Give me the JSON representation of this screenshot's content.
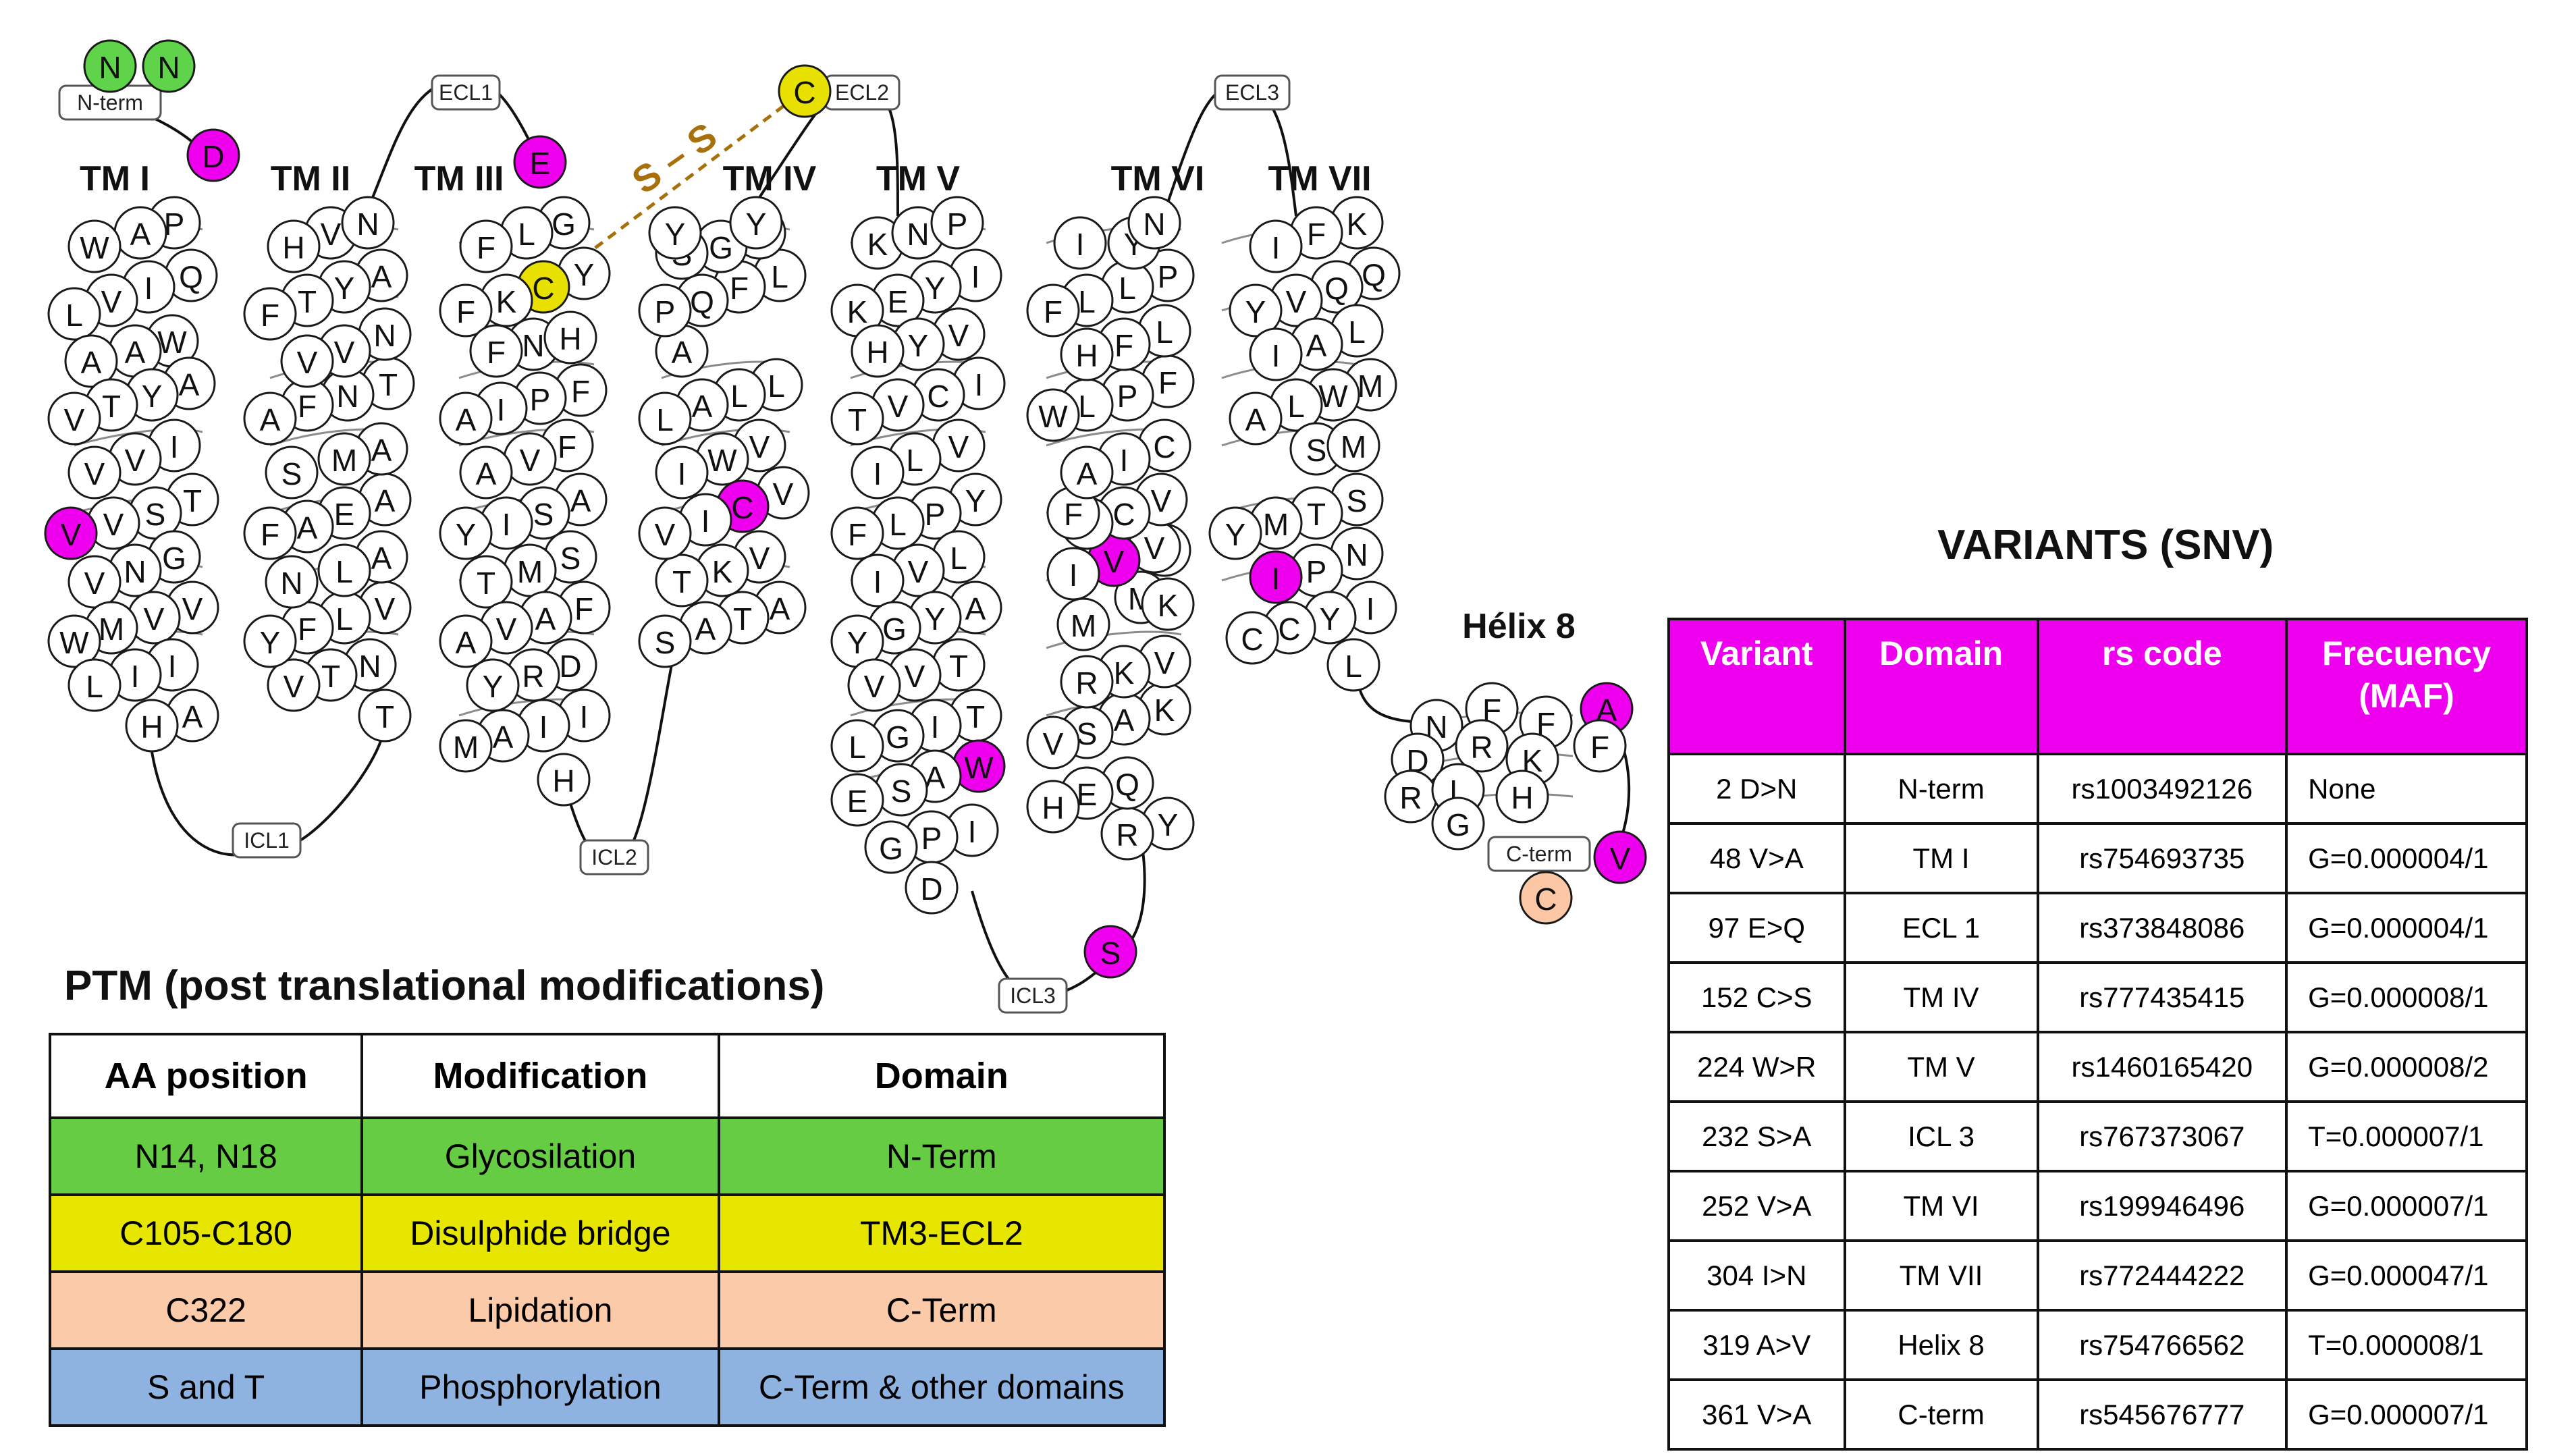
{
  "diagram": {
    "domain_labels": [
      "TM I",
      "TM II",
      "TM III",
      "TM IV",
      "TM V",
      "TM VI",
      "TM VII",
      "Hélix 8"
    ],
    "loop_tags": [
      "N-term",
      "ECL1",
      "ECL2",
      "ECL3",
      "ICL1",
      "ICL2",
      "ICL3",
      "C-term"
    ],
    "disulphide_label": "S – S",
    "colors": {
      "glycosylation": "#5fd34a",
      "disulphide": "#e8e000",
      "lipidation": "#fbc7a4",
      "variant": "#ee00ee",
      "normal": "#ffffff"
    },
    "residues": {
      "nterm": [
        {
          "aa": "N",
          "type": "glycosylation"
        },
        {
          "aa": "N",
          "type": "glycosylation"
        }
      ],
      "nloop": [
        {
          "aa": "D",
          "type": "variant"
        }
      ],
      "tm1": [
        {
          "aa": "P"
        },
        {
          "aa": "A"
        },
        {
          "aa": "W"
        },
        {
          "aa": "Q"
        },
        {
          "aa": "I"
        },
        {
          "aa": "V"
        },
        {
          "aa": "L"
        },
        {
          "aa": "W"
        },
        {
          "aa": "A"
        },
        {
          "aa": "A"
        },
        {
          "aa": "A"
        },
        {
          "aa": "Y"
        },
        {
          "aa": "T"
        },
        {
          "aa": "V"
        },
        {
          "aa": "I"
        },
        {
          "aa": "V"
        },
        {
          "aa": "V"
        },
        {
          "aa": "T"
        },
        {
          "aa": "S"
        },
        {
          "aa": "V"
        },
        {
          "aa": "V",
          "type": "variant"
        },
        {
          "aa": "G"
        },
        {
          "aa": "N"
        },
        {
          "aa": "V"
        },
        {
          "aa": "V"
        },
        {
          "aa": "V"
        },
        {
          "aa": "M"
        },
        {
          "aa": "W"
        },
        {
          "aa": "I"
        },
        {
          "aa": "I"
        },
        {
          "aa": "L"
        },
        {
          "aa": "A"
        },
        {
          "aa": "H"
        }
      ],
      "icl1": [],
      "tm2": [
        {
          "aa": "T"
        },
        {
          "aa": "N"
        },
        {
          "aa": "T"
        },
        {
          "aa": "V"
        },
        {
          "aa": "V"
        },
        {
          "aa": "L"
        },
        {
          "aa": "F"
        },
        {
          "aa": "Y"
        },
        {
          "aa": "A"
        },
        {
          "aa": "L"
        },
        {
          "aa": "N",
          "type": "black"
        },
        {
          "aa": "A"
        },
        {
          "aa": "E"
        },
        {
          "aa": "A"
        },
        {
          "aa": "F"
        },
        {
          "aa": "A"
        },
        {
          "aa": "M"
        },
        {
          "aa": "S"
        },
        {
          "aa": "T"
        },
        {
          "aa": "N"
        },
        {
          "aa": "F"
        },
        {
          "aa": "A"
        },
        {
          "aa": "N"
        },
        {
          "aa": "V"
        },
        {
          "aa": "V"
        },
        {
          "aa": "A"
        },
        {
          "aa": "Y"
        },
        {
          "aa": "T"
        },
        {
          "aa": "F"
        },
        {
          "aa": "V"
        },
        {
          "aa": "H"
        },
        {
          "aa": "N"
        }
      ],
      "ecl1": [
        {
          "aa": "E",
          "type": "variant"
        }
      ],
      "tm3": [
        {
          "aa": "G"
        },
        {
          "aa": "L"
        },
        {
          "aa": "F"
        },
        {
          "aa": "Y"
        },
        {
          "aa": "C",
          "type": "disulphide"
        },
        {
          "aa": "K"
        },
        {
          "aa": "F"
        },
        {
          "aa": "N"
        },
        {
          "aa": "F"
        },
        {
          "aa": "H"
        },
        {
          "aa": "F"
        },
        {
          "aa": "P"
        },
        {
          "aa": "I"
        },
        {
          "aa": "A"
        },
        {
          "aa": "F"
        },
        {
          "aa": "V"
        },
        {
          "aa": "A"
        },
        {
          "aa": "A"
        },
        {
          "aa": "S"
        },
        {
          "aa": "I"
        },
        {
          "aa": "Y"
        },
        {
          "aa": "S"
        },
        {
          "aa": "M"
        },
        {
          "aa": "T"
        },
        {
          "aa": "F"
        },
        {
          "aa": "A"
        },
        {
          "aa": "V"
        },
        {
          "aa": "A"
        },
        {
          "aa": "D"
        },
        {
          "aa": "R"
        },
        {
          "aa": "Y"
        },
        {
          "aa": "I"
        },
        {
          "aa": "I"
        },
        {
          "aa": "A"
        },
        {
          "aa": "M"
        },
        {
          "aa": "H"
        }
      ],
      "icl2": [],
      "tm4": [
        {
          "aa": "A"
        },
        {
          "aa": "T"
        },
        {
          "aa": "A"
        },
        {
          "aa": "S"
        },
        {
          "aa": "V"
        },
        {
          "aa": "K"
        },
        {
          "aa": "T"
        },
        {
          "aa": "V"
        },
        {
          "aa": "C",
          "type": "variant"
        },
        {
          "aa": "I"
        },
        {
          "aa": "V"
        },
        {
          "aa": "V"
        },
        {
          "aa": "W"
        },
        {
          "aa": "I"
        },
        {
          "aa": "L"
        },
        {
          "aa": "L"
        },
        {
          "aa": "A"
        },
        {
          "aa": "L"
        },
        {
          "aa": "A"
        },
        {
          "aa": "L"
        },
        {
          "aa": "F"
        },
        {
          "aa": "Q"
        },
        {
          "aa": "P"
        },
        {
          "aa": "F"
        },
        {
          "aa": "G"
        },
        {
          "aa": "S"
        },
        {
          "aa": "Y"
        },
        {
          "aa": "Y"
        }
      ],
      "ecl2": [
        {
          "aa": "C",
          "type": "disulphide"
        }
      ],
      "tm5": [
        {
          "aa": "K"
        },
        {
          "aa": "N"
        },
        {
          "aa": "P"
        },
        {
          "aa": "I"
        },
        {
          "aa": "Y"
        },
        {
          "aa": "E"
        },
        {
          "aa": "K"
        },
        {
          "aa": "V"
        },
        {
          "aa": "Y"
        },
        {
          "aa": "H"
        },
        {
          "aa": "I"
        },
        {
          "aa": "C"
        },
        {
          "aa": "V"
        },
        {
          "aa": "T"
        },
        {
          "aa": "V"
        },
        {
          "aa": "L"
        },
        {
          "aa": "I"
        },
        {
          "aa": "Y"
        },
        {
          "aa": "P"
        },
        {
          "aa": "L"
        },
        {
          "aa": "F"
        },
        {
          "aa": "L"
        },
        {
          "aa": "V"
        },
        {
          "aa": "I"
        },
        {
          "aa": "A"
        },
        {
          "aa": "Y"
        },
        {
          "aa": "G"
        },
        {
          "aa": "Y"
        },
        {
          "aa": "T"
        },
        {
          "aa": "V"
        },
        {
          "aa": "V"
        },
        {
          "aa": "T"
        },
        {
          "aa": "I"
        },
        {
          "aa": "G"
        },
        {
          "aa": "L"
        },
        {
          "aa": "W",
          "type": "variant"
        },
        {
          "aa": "A"
        },
        {
          "aa": "S"
        },
        {
          "aa": "E"
        },
        {
          "aa": "I"
        },
        {
          "aa": "P"
        },
        {
          "aa": "G"
        },
        {
          "aa": "D"
        }
      ],
      "icl3": [
        {
          "aa": "S",
          "type": "variant"
        }
      ],
      "tm6": [
        {
          "aa": "Y"
        },
        {
          "aa": "R"
        },
        {
          "aa": "Q"
        },
        {
          "aa": "E"
        },
        {
          "aa": "H"
        },
        {
          "aa": "K"
        },
        {
          "aa": "A"
        },
        {
          "aa": "S"
        },
        {
          "aa": "V"
        },
        {
          "aa": "V"
        },
        {
          "aa": "K"
        },
        {
          "aa": "R"
        },
        {
          "aa": "M"
        },
        {
          "aa": "M"
        },
        {
          "aa": "K"
        },
        {
          "aa": "V"
        },
        {
          "aa": "V"
        },
        {
          "aa": "V",
          "type": "variant"
        },
        {
          "aa": "I"
        },
        {
          "aa": "V"
        },
        {
          "aa": "C"
        },
        {
          "aa": "T"
        },
        {
          "aa": "F"
        },
        {
          "aa": "C"
        },
        {
          "aa": "I"
        },
        {
          "aa": "A"
        },
        {
          "aa": "F"
        },
        {
          "aa": "P"
        },
        {
          "aa": "L"
        },
        {
          "aa": "W"
        },
        {
          "aa": "L"
        },
        {
          "aa": "F"
        },
        {
          "aa": "H"
        },
        {
          "aa": "P"
        },
        {
          "aa": "L"
        },
        {
          "aa": "L"
        },
        {
          "aa": "F"
        },
        {
          "aa": "Y"
        },
        {
          "aa": "I"
        },
        {
          "aa": "N"
        }
      ],
      "ecl3": [],
      "tm7": [
        {
          "aa": "K"
        },
        {
          "aa": "F"
        },
        {
          "aa": "I"
        },
        {
          "aa": "Q"
        },
        {
          "aa": "Q"
        },
        {
          "aa": "V"
        },
        {
          "aa": "Y"
        },
        {
          "aa": "L"
        },
        {
          "aa": "A"
        },
        {
          "aa": "I"
        },
        {
          "aa": "M"
        },
        {
          "aa": "W"
        },
        {
          "aa": "L"
        },
        {
          "aa": "A"
        },
        {
          "aa": "S"
        },
        {
          "aa": "M"
        },
        {
          "aa": "S"
        },
        {
          "aa": "T"
        },
        {
          "aa": "M"
        },
        {
          "aa": "Y"
        },
        {
          "aa": "N"
        },
        {
          "aa": "P"
        },
        {
          "aa": "I",
          "type": "variant"
        },
        {
          "aa": "I"
        },
        {
          "aa": "Y"
        },
        {
          "aa": "C"
        },
        {
          "aa": "C"
        },
        {
          "aa": "L"
        }
      ],
      "helix8": [
        {
          "aa": "N"
        },
        {
          "aa": "F"
        },
        {
          "aa": "F"
        },
        {
          "aa": "A",
          "type": "variant"
        },
        {
          "aa": "D"
        },
        {
          "aa": "R"
        },
        {
          "aa": "K"
        },
        {
          "aa": "F"
        },
        {
          "aa": "R"
        },
        {
          "aa": "L"
        },
        {
          "aa": "H"
        },
        {
          "aa": "G"
        }
      ],
      "cterm": [
        {
          "aa": "V",
          "type": "variant"
        },
        {
          "aa": "C",
          "type": "lipidation"
        }
      ]
    }
  },
  "ptm": {
    "title": "PTM (post translational modifications)",
    "headers": [
      "AA position",
      "Modification",
      "Domain"
    ],
    "rows": [
      {
        "cells": [
          "N14, N18",
          "Glycosilation",
          "N-Term"
        ],
        "color": "#66cc44"
      },
      {
        "cells": [
          "C105-C180",
          "Disulphide bridge",
          "TM3-ECL2"
        ],
        "color": "#e6e600"
      },
      {
        "cells": [
          "C322",
          "Lipidation",
          "C-Term"
        ],
        "color": "#fbcaa8"
      },
      {
        "cells": [
          "S and T",
          "Phosphorylation",
          "C-Term & other domains"
        ],
        "color": "#8fb3e0"
      }
    ]
  },
  "variants": {
    "title": "VARIANTS (SNV)",
    "headers": [
      "Variant",
      "Domain",
      "rs code",
      "Frecuency (MAF)"
    ],
    "rows": [
      [
        "2 D>N",
        "N-term",
        "rs1003492126",
        "None"
      ],
      [
        "48 V>A",
        "TM I",
        "rs754693735",
        "G=0.000004/1"
      ],
      [
        "97 E>Q",
        "ECL 1",
        "rs373848086",
        "G=0.000004/1"
      ],
      [
        "152 C>S",
        "TM IV",
        "rs777435415",
        "G=0.000008/1"
      ],
      [
        "224 W>R",
        "TM V",
        "rs1460165420",
        "G=0.000008/2"
      ],
      [
        "232 S>A",
        "ICL 3",
        "rs767373067",
        "T=0.000007/1"
      ],
      [
        "252 V>A",
        "TM VI",
        "rs199946496",
        "G=0.000007/1"
      ],
      [
        "304 I>N",
        "TM VII",
        "rs772444222",
        "G=0.000047/1"
      ],
      [
        "319 A>V",
        "Helix 8",
        "rs754766562",
        "T=0.000008/1"
      ],
      [
        "361 V>A",
        "C-term",
        "rs545676777",
        "G=0.000007/1"
      ]
    ]
  }
}
